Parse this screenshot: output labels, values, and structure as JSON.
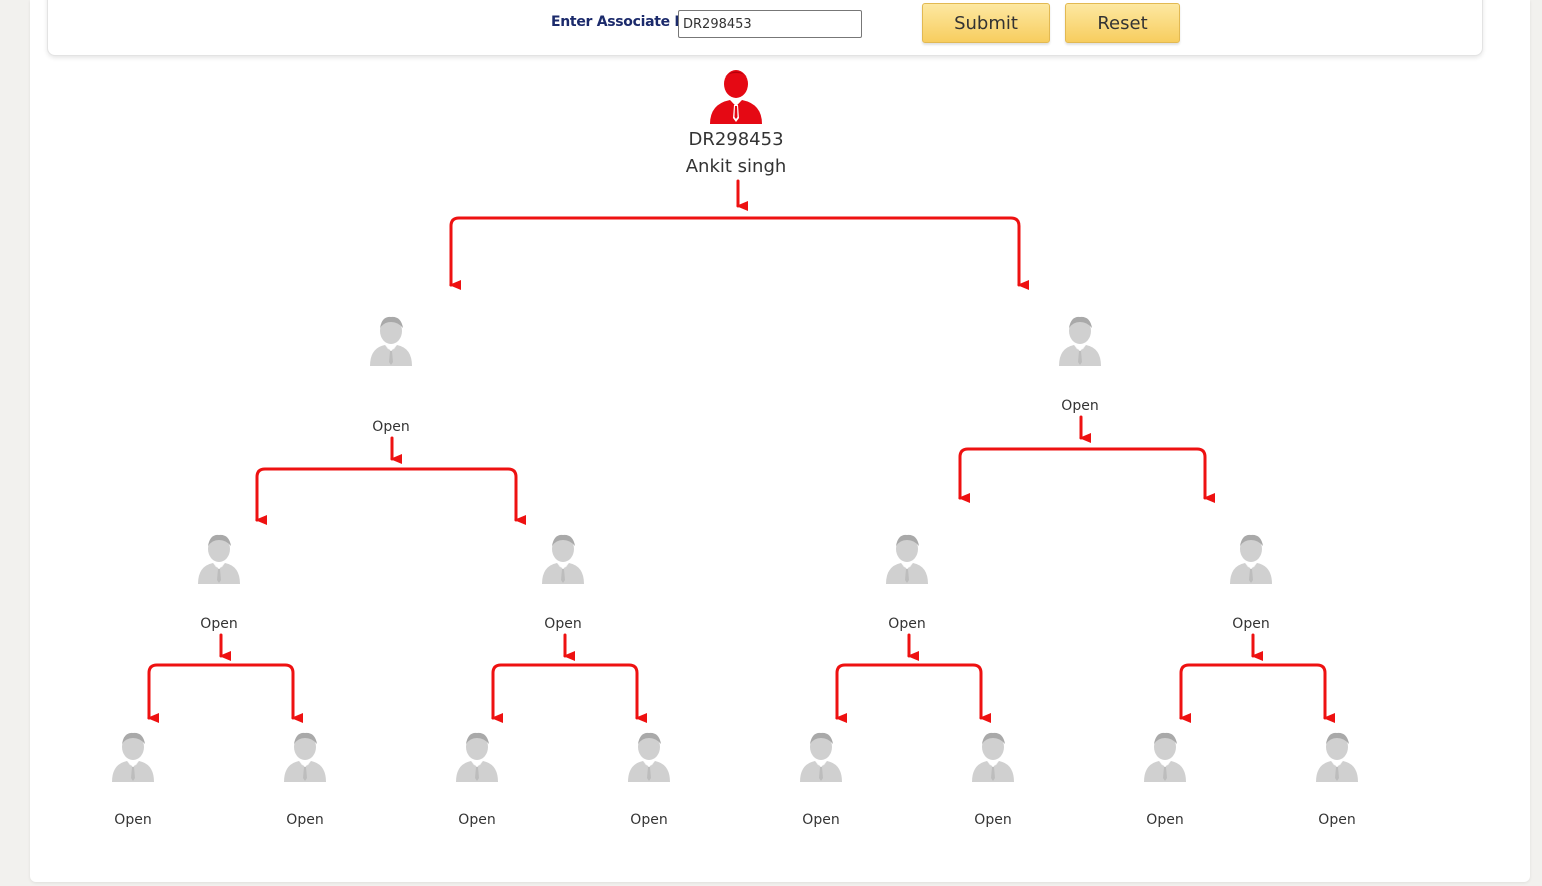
{
  "search": {
    "label": "Enter Associate ID",
    "value": "DR298453",
    "submit_label": "Submit",
    "reset_label": "Reset"
  },
  "colors": {
    "connector": "#ee1111",
    "root_icon": "#e50914",
    "member_icon": "#c9c9c9",
    "button": "#f9d978"
  },
  "icons": {
    "root": "user-red-icon",
    "member": "user-gray-icon"
  },
  "tree": {
    "root": {
      "id": "DR298453",
      "name": "Ankit singh"
    },
    "level1": [
      {
        "status": "Open"
      },
      {
        "status": "Open"
      }
    ],
    "level2": [
      {
        "status": "Open"
      },
      {
        "status": "Open"
      },
      {
        "status": "Open"
      },
      {
        "status": "Open"
      }
    ],
    "level3": [
      {
        "status": "Open"
      },
      {
        "status": "Open"
      },
      {
        "status": "Open"
      },
      {
        "status": "Open"
      },
      {
        "status": "Open"
      },
      {
        "status": "Open"
      },
      {
        "status": "Open"
      },
      {
        "status": "Open"
      }
    ]
  }
}
